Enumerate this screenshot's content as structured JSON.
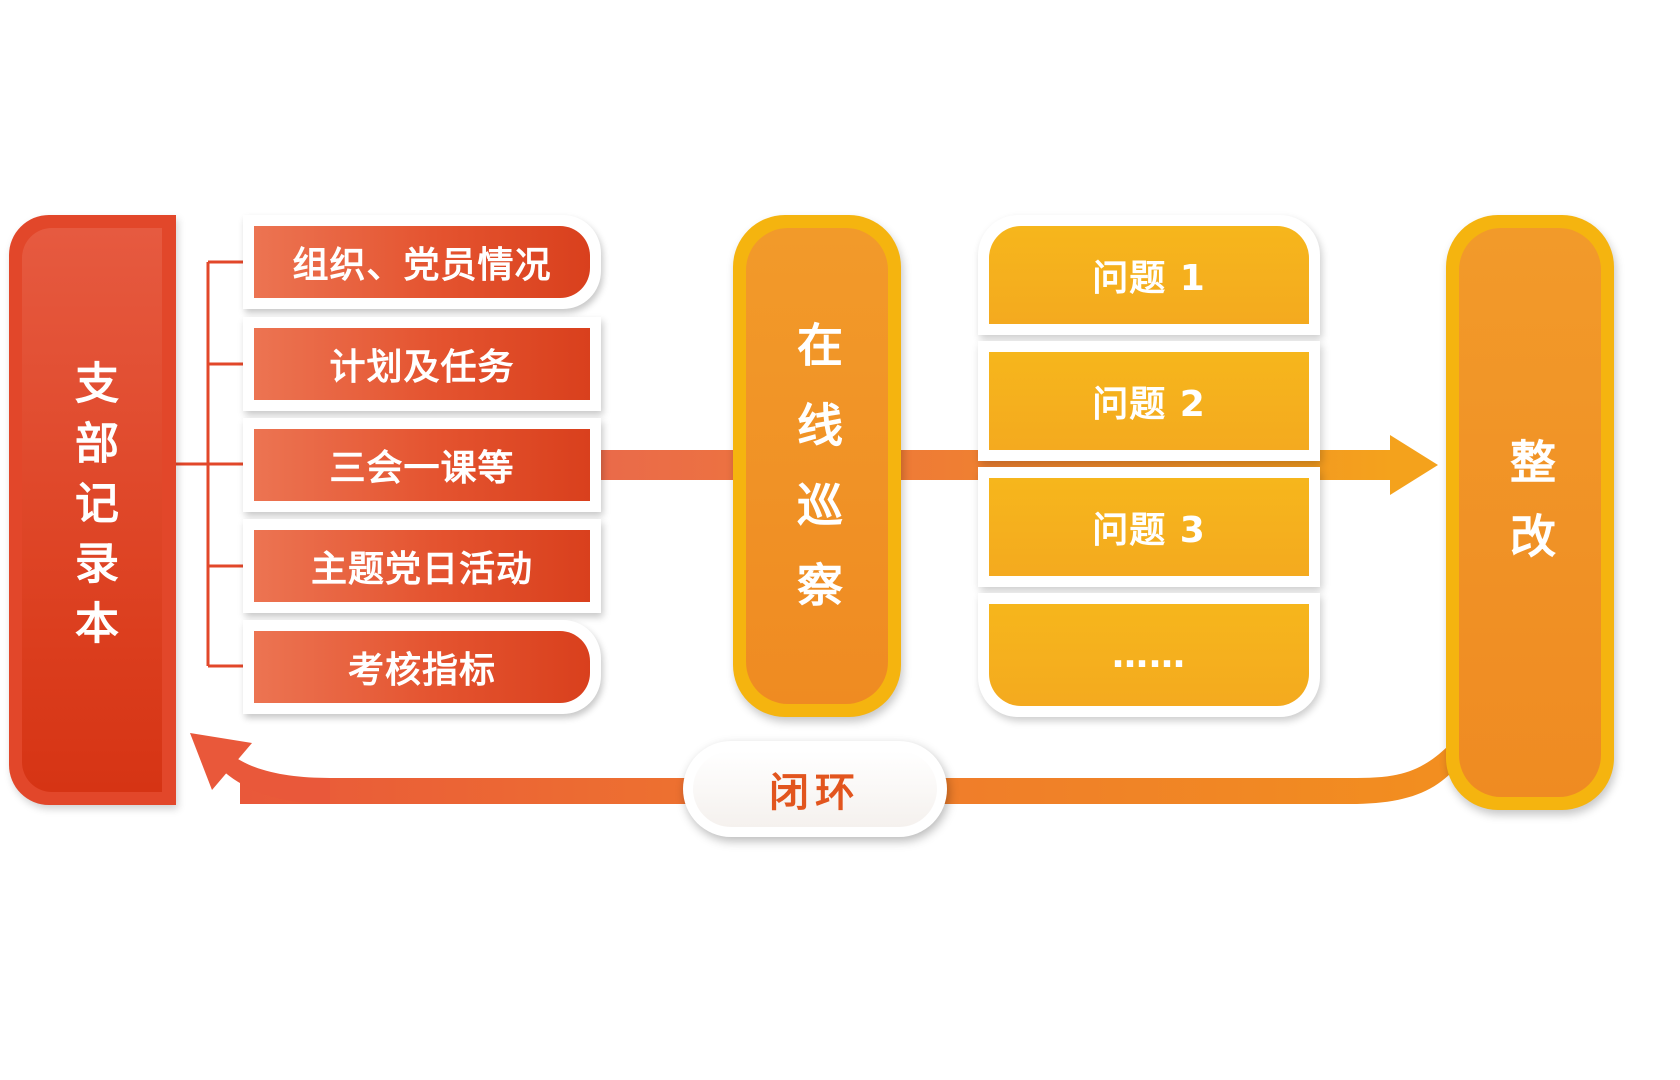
{
  "source": {
    "label": "支部记录本",
    "items": [
      {
        "label": "组织、党员情况"
      },
      {
        "label": "计划及任务"
      },
      {
        "label": "三会一课等"
      },
      {
        "label": "主题党日活动"
      },
      {
        "label": "考核指标"
      }
    ]
  },
  "inspection": {
    "label": "在线巡察"
  },
  "problems": [
    {
      "label": "问题 1"
    },
    {
      "label": "问题 2"
    },
    {
      "label": "问题 3"
    },
    {
      "label": "……"
    }
  ],
  "rectify": {
    "label": "整改"
  },
  "loop": {
    "label": "闭环"
  },
  "colors": {
    "red": "#e2472a",
    "orange": "#ef8b22",
    "yellow": "#f5b40f"
  }
}
